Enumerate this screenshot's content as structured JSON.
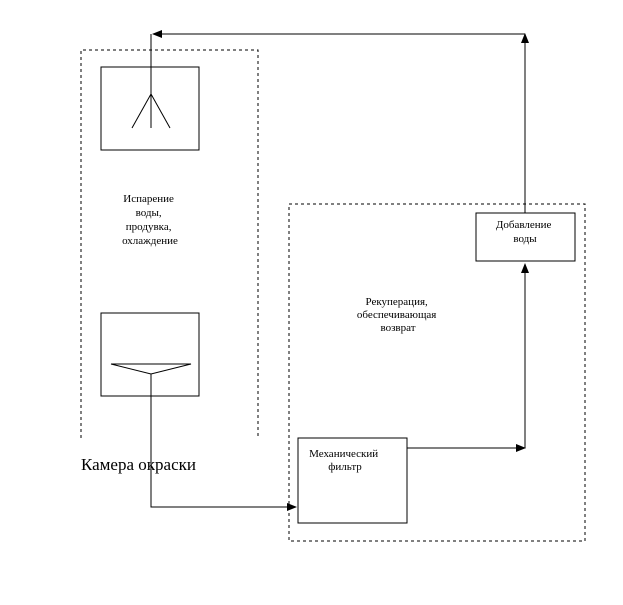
{
  "labels": {
    "evaporation": [
      "Испарение",
      "воды,",
      "продувка,",
      "охлаждение"
    ],
    "recuperation": [
      "Рекуперация,",
      "обеспечивающая",
      "возврат"
    ],
    "water_addition": [
      "Добавление",
      "воды"
    ],
    "mechanical_filter": [
      "Механический",
      "фильтр"
    ],
    "paint_booth": "Камера окраски"
  }
}
